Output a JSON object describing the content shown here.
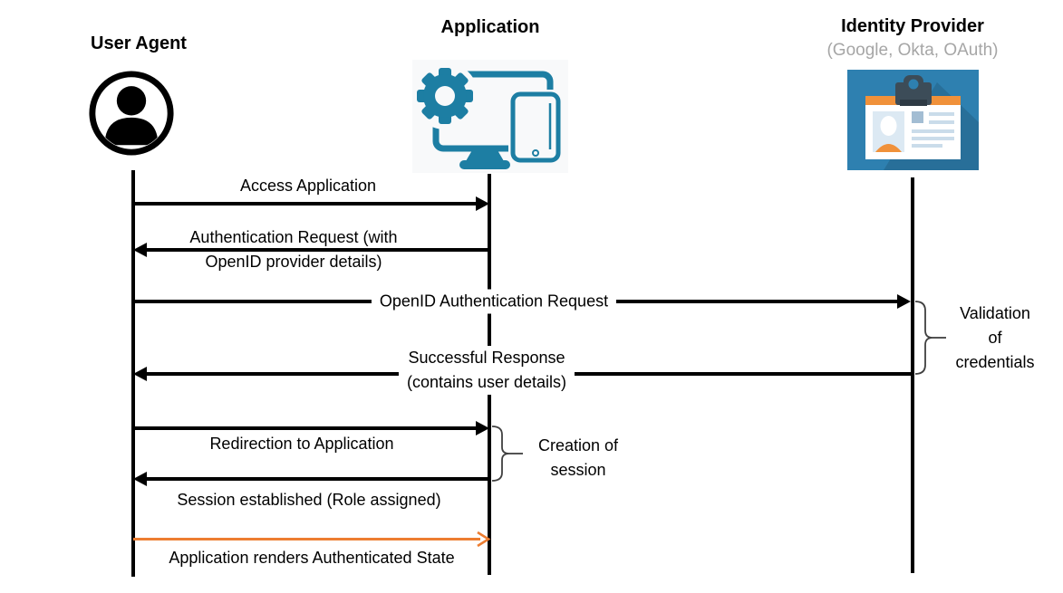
{
  "diagram": {
    "actors": [
      {
        "id": "user-agent",
        "label": "User Agent",
        "subtitle": ""
      },
      {
        "id": "application",
        "label": "Application",
        "subtitle": ""
      },
      {
        "id": "identity-provider",
        "label": "Identity Provider",
        "subtitle": "(Google, Okta, OAuth)"
      }
    ],
    "messages": [
      {
        "from": "User Agent",
        "to": "Application",
        "label": "Access Application",
        "line": "solid-black",
        "arrowhead": "filled"
      },
      {
        "from": "Application",
        "to": "User Agent",
        "label": "Authentication Request (with\nOpenID provider details)",
        "line": "solid-black",
        "arrowhead": "filled"
      },
      {
        "from": "User Agent",
        "to": "Identity Provider",
        "label": "OpenID Authentication Request",
        "line": "solid-black",
        "arrowhead": "filled"
      },
      {
        "from": "Identity Provider",
        "to": "User Agent",
        "label": "Successful Response\n(contains user details)",
        "line": "solid-black",
        "arrowhead": "filled"
      },
      {
        "from": "User Agent",
        "to": "Application",
        "label": "Redirection to Application",
        "line": "solid-black",
        "arrowhead": "filled"
      },
      {
        "from": "Application",
        "to": "User Agent",
        "label": "Session established (Role assigned)",
        "line": "solid-black",
        "arrowhead": "filled"
      },
      {
        "from": "User Agent",
        "to": "Application",
        "label": "Application renders Authenticated State",
        "line": "solid-orange",
        "arrowhead": "open"
      }
    ],
    "annotations": [
      {
        "attached_to": "identity-provider",
        "label": "Validation\nof\ncredentials"
      },
      {
        "attached_to": "application",
        "label": "Creation of\nsession"
      }
    ],
    "colors": {
      "line_black": "#000000",
      "accent_orange": "#ED7D31",
      "icon_teal": "#1D7EA3",
      "idp_blue": "#2E80B0",
      "idp_orange": "#F0913A",
      "subtitle_gray": "#A6A6A6"
    }
  }
}
